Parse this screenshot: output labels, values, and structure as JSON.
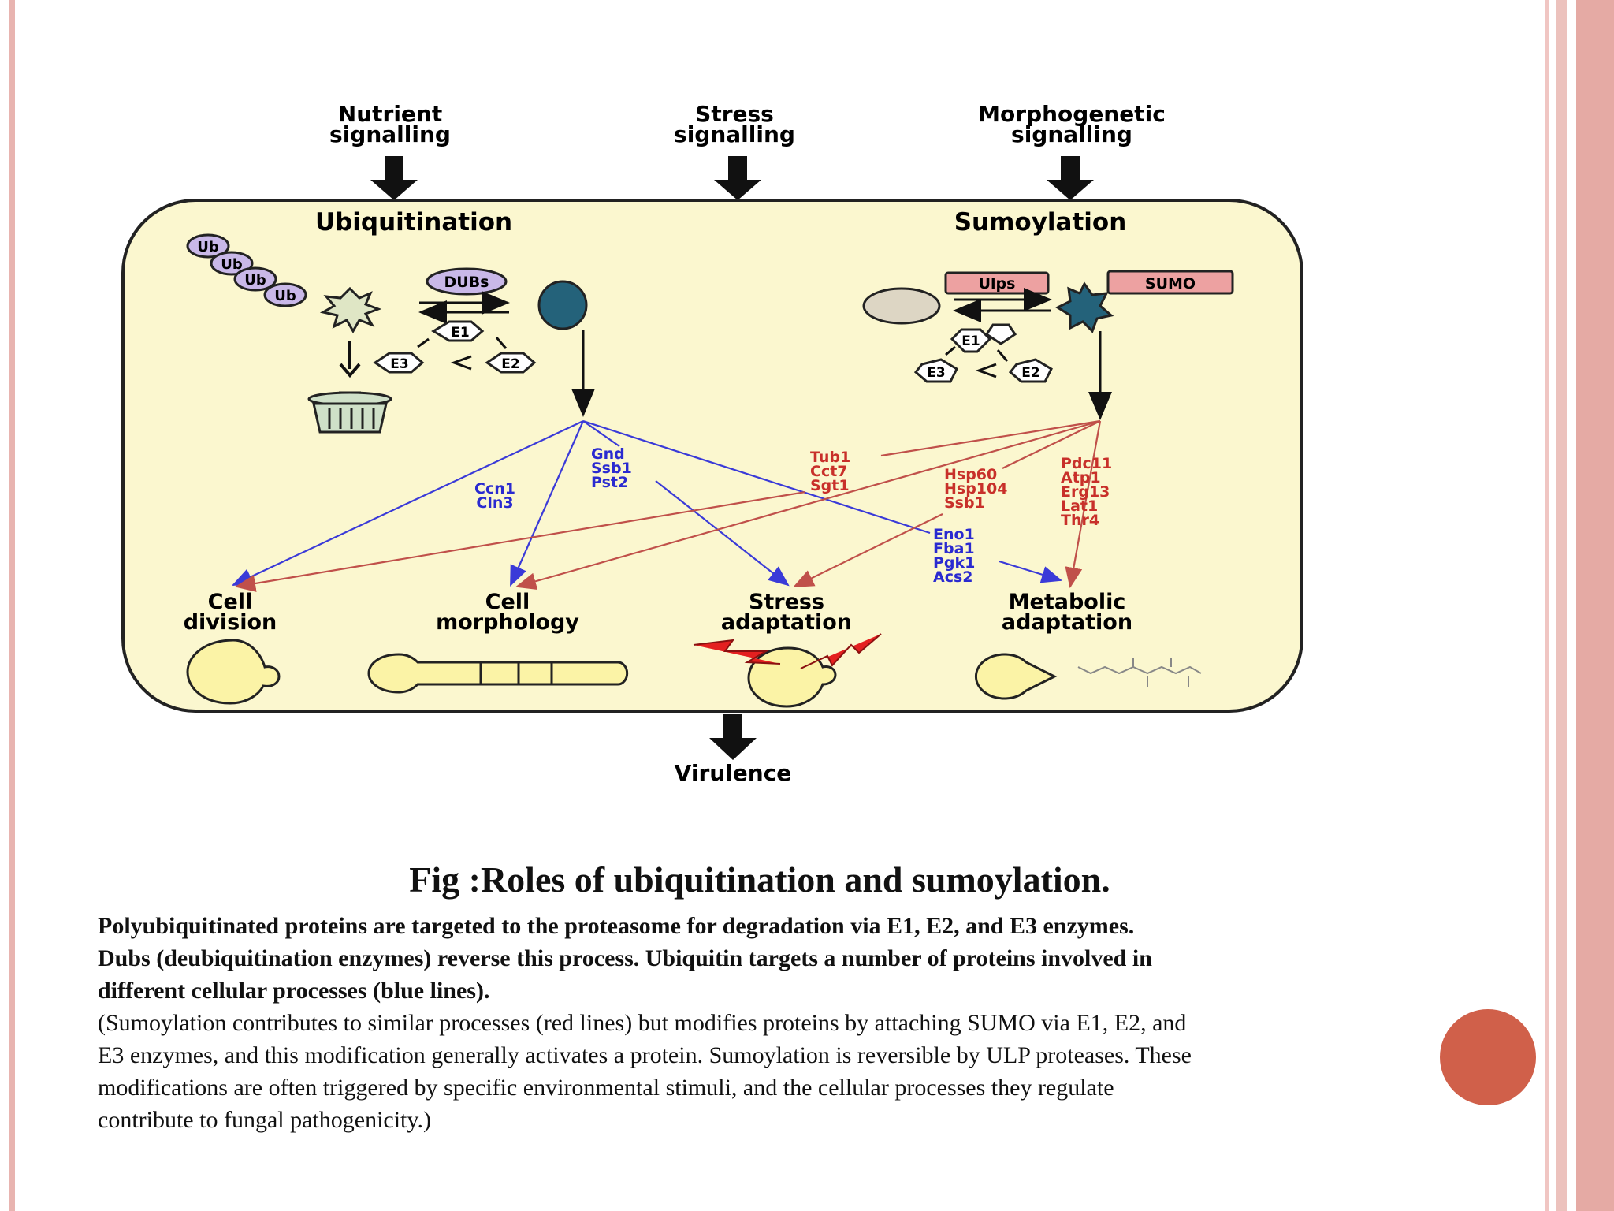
{
  "diagram": {
    "inputs": {
      "nutrient": [
        "Nutrient",
        "signalling"
      ],
      "stress": [
        "Stress",
        "signalling"
      ],
      "morphogenetic": [
        "Morphogenetic",
        "signalling"
      ]
    },
    "ubiquitination": {
      "title": "Ubiquitination",
      "ub_label": "Ub",
      "dubs": "DUBs",
      "e1": "E1",
      "e2": "E2",
      "e3": "E3"
    },
    "sumoylation": {
      "title": "Sumoylation",
      "ulps": "Ulps",
      "sumo": "SUMO",
      "e1": "E1",
      "e2": "E2",
      "e3": "E3"
    },
    "blue_targets": {
      "group1": [
        "Ccn1",
        "Cln3"
      ],
      "group2": [
        "Gnd",
        "Ssb1",
        "Pst2"
      ],
      "group3": [
        "Eno1",
        "Fba1",
        "Pgk1",
        "Acs2"
      ]
    },
    "red_targets": {
      "group1": [
        "Tub1",
        "Cct7",
        "Sgt1"
      ],
      "group2": [
        "Hsp60",
        "Hsp104",
        "Ssb1"
      ],
      "group3": [
        "Pdc11",
        "Atp1",
        "Erg13",
        "Lat1",
        "Thr4"
      ]
    },
    "outcomes": {
      "cell_division": [
        "Cell",
        "division"
      ],
      "cell_morphology": [
        "Cell",
        "morphology"
      ],
      "stress_adaptation": [
        "Stress",
        "adaptation"
      ],
      "metabolic_adaptation": [
        "Metabolic",
        "adaptation"
      ]
    },
    "output": "Virulence",
    "colors": {
      "blue_line": "#3a3ad8",
      "red_line": "#c0504a",
      "cell_fill": "#fbf7cf",
      "dark_teal": "#24627a"
    }
  },
  "caption": {
    "title_prefix": "Fig :",
    "title_main": "Roles of ubiquitination and sumoylation.",
    "bold_lines": [
      " Polyubiquitinated proteins are targeted to the proteasome for degradation via E1, E2, and E3 enzymes.",
      "Dubs (deubiquitination enzymes) reverse this process. Ubiquitin targets a number of proteins involved in",
      "different cellular processes (blue lines)."
    ],
    "normal_lines": [
      "(Sumoylation contributes to similar processes (red lines) but modifies proteins by attaching SUMO via E1, E2, and",
      "E3 enzymes, and this modification generally activates a protein. Sumoylation is reversible by ULP proteases. These",
      "modifications are often triggered by specific environmental stimuli, and the cellular processes they regulate",
      "contribute to fungal pathogenicity.)"
    ]
  }
}
